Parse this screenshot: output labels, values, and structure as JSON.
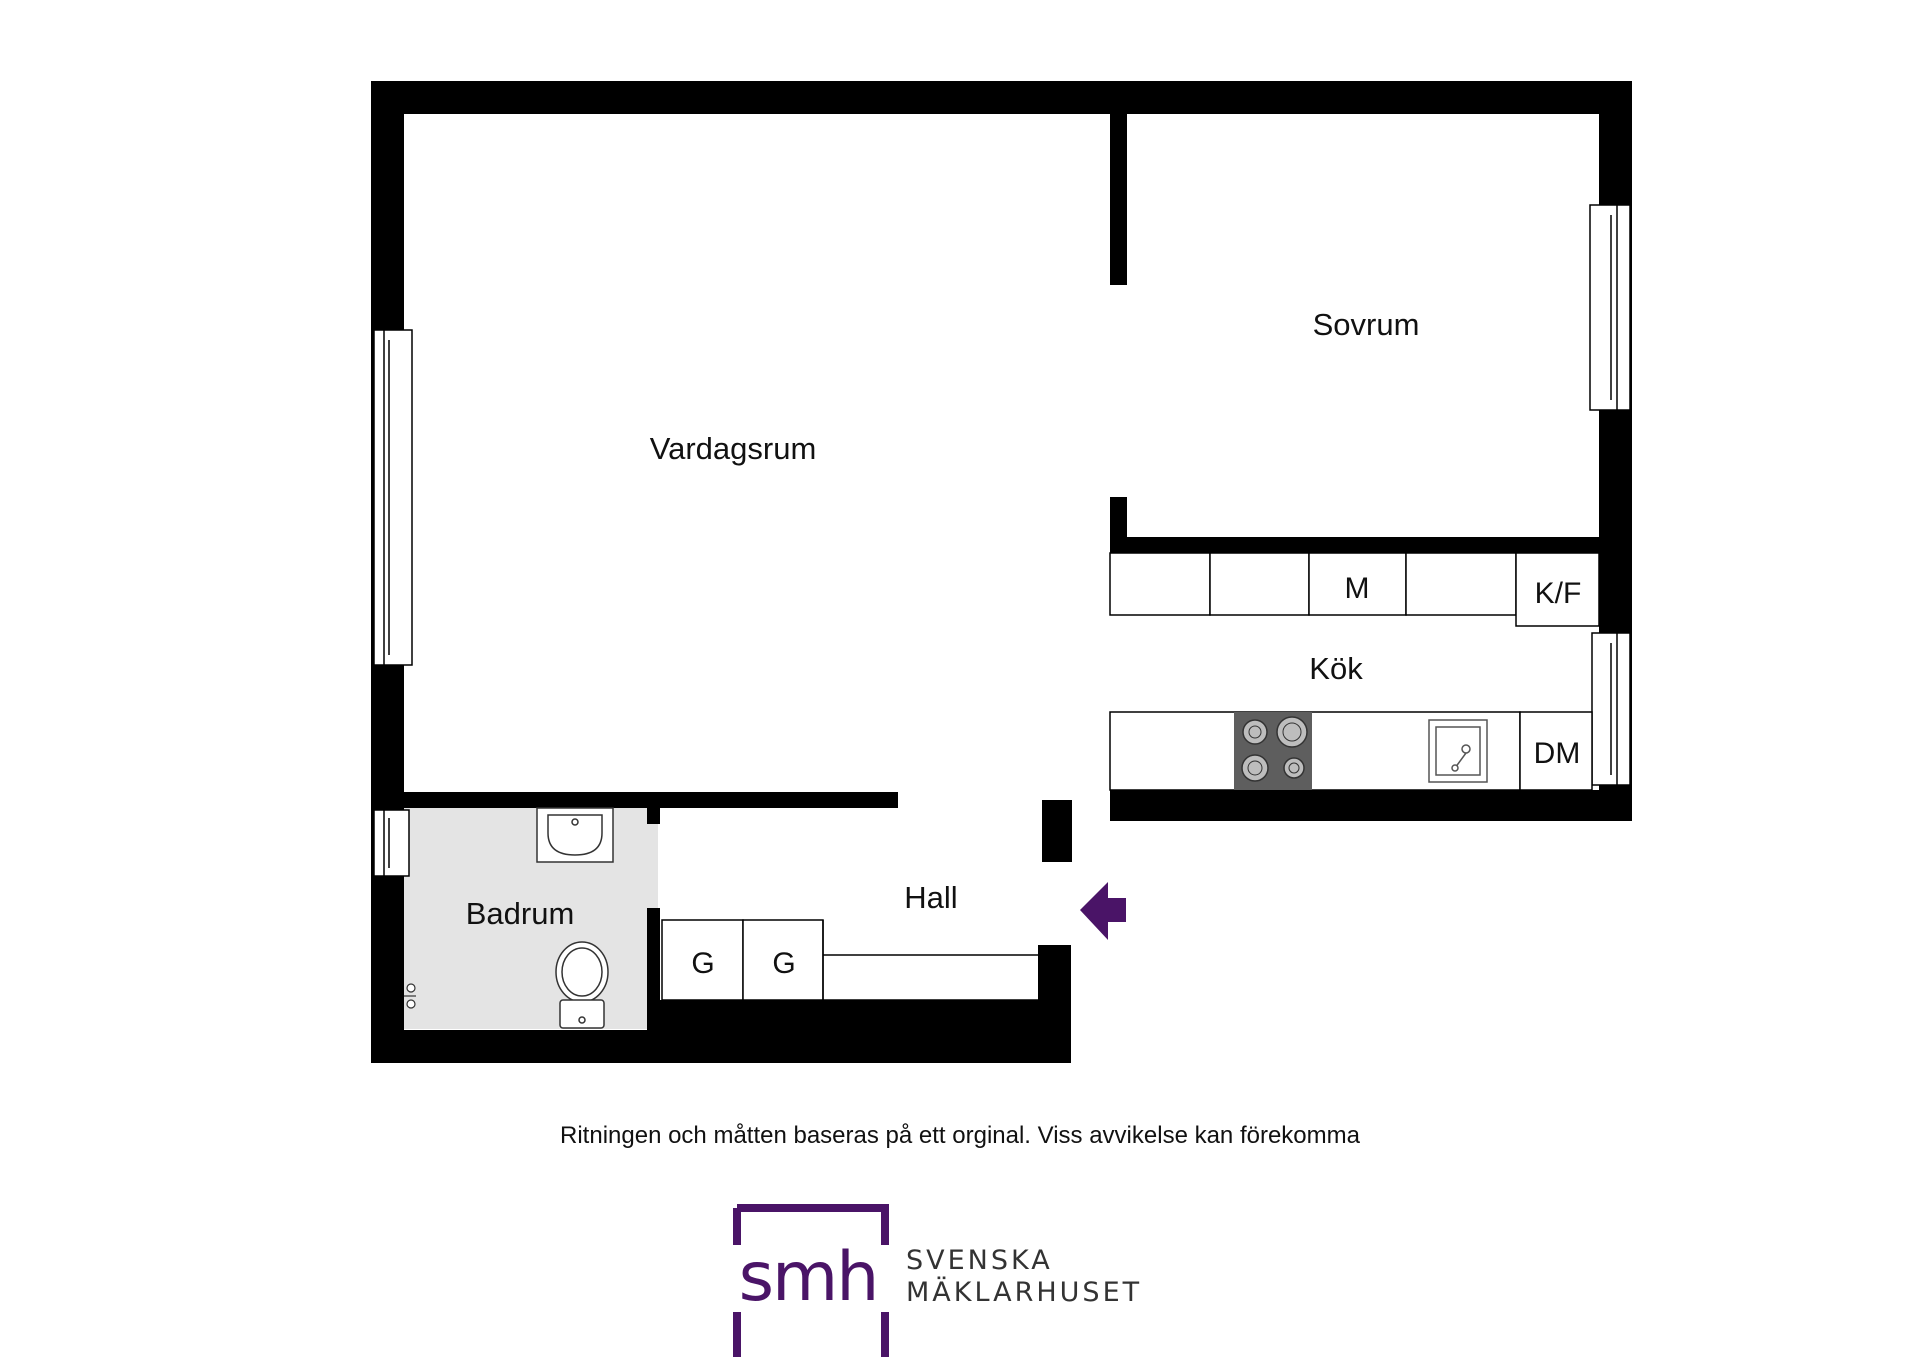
{
  "rooms": {
    "vardagsrum": "Vardagsrum",
    "sovrum": "Sovrum",
    "kok": "Kök",
    "hall": "Hall",
    "badrum": "Badrum"
  },
  "units": {
    "microwave": "M",
    "fridge_freezer": "K/F",
    "dishwasher": "DM",
    "wardrobe_1": "G",
    "wardrobe_2": "G"
  },
  "disclaimer": "Ritningen och måtten baseras på ett orginal. Viss avvikelse kan förekomma",
  "logo": {
    "monogram": "smh",
    "line1": "SVENSKA",
    "line2": "MÄKLARHUSET"
  },
  "colors": {
    "wall": "#000000",
    "bathroom_floor": "#e4e4e4",
    "entrance_arrow": "#4a1467",
    "brand": "#4a1467"
  },
  "icons": {
    "entrance": "entrance-arrow-icon",
    "sink": "sink-icon",
    "toilet": "toilet-icon",
    "stove": "stove-icon",
    "kitchen_sink": "kitchen-sink-icon",
    "window": "window-icon"
  }
}
